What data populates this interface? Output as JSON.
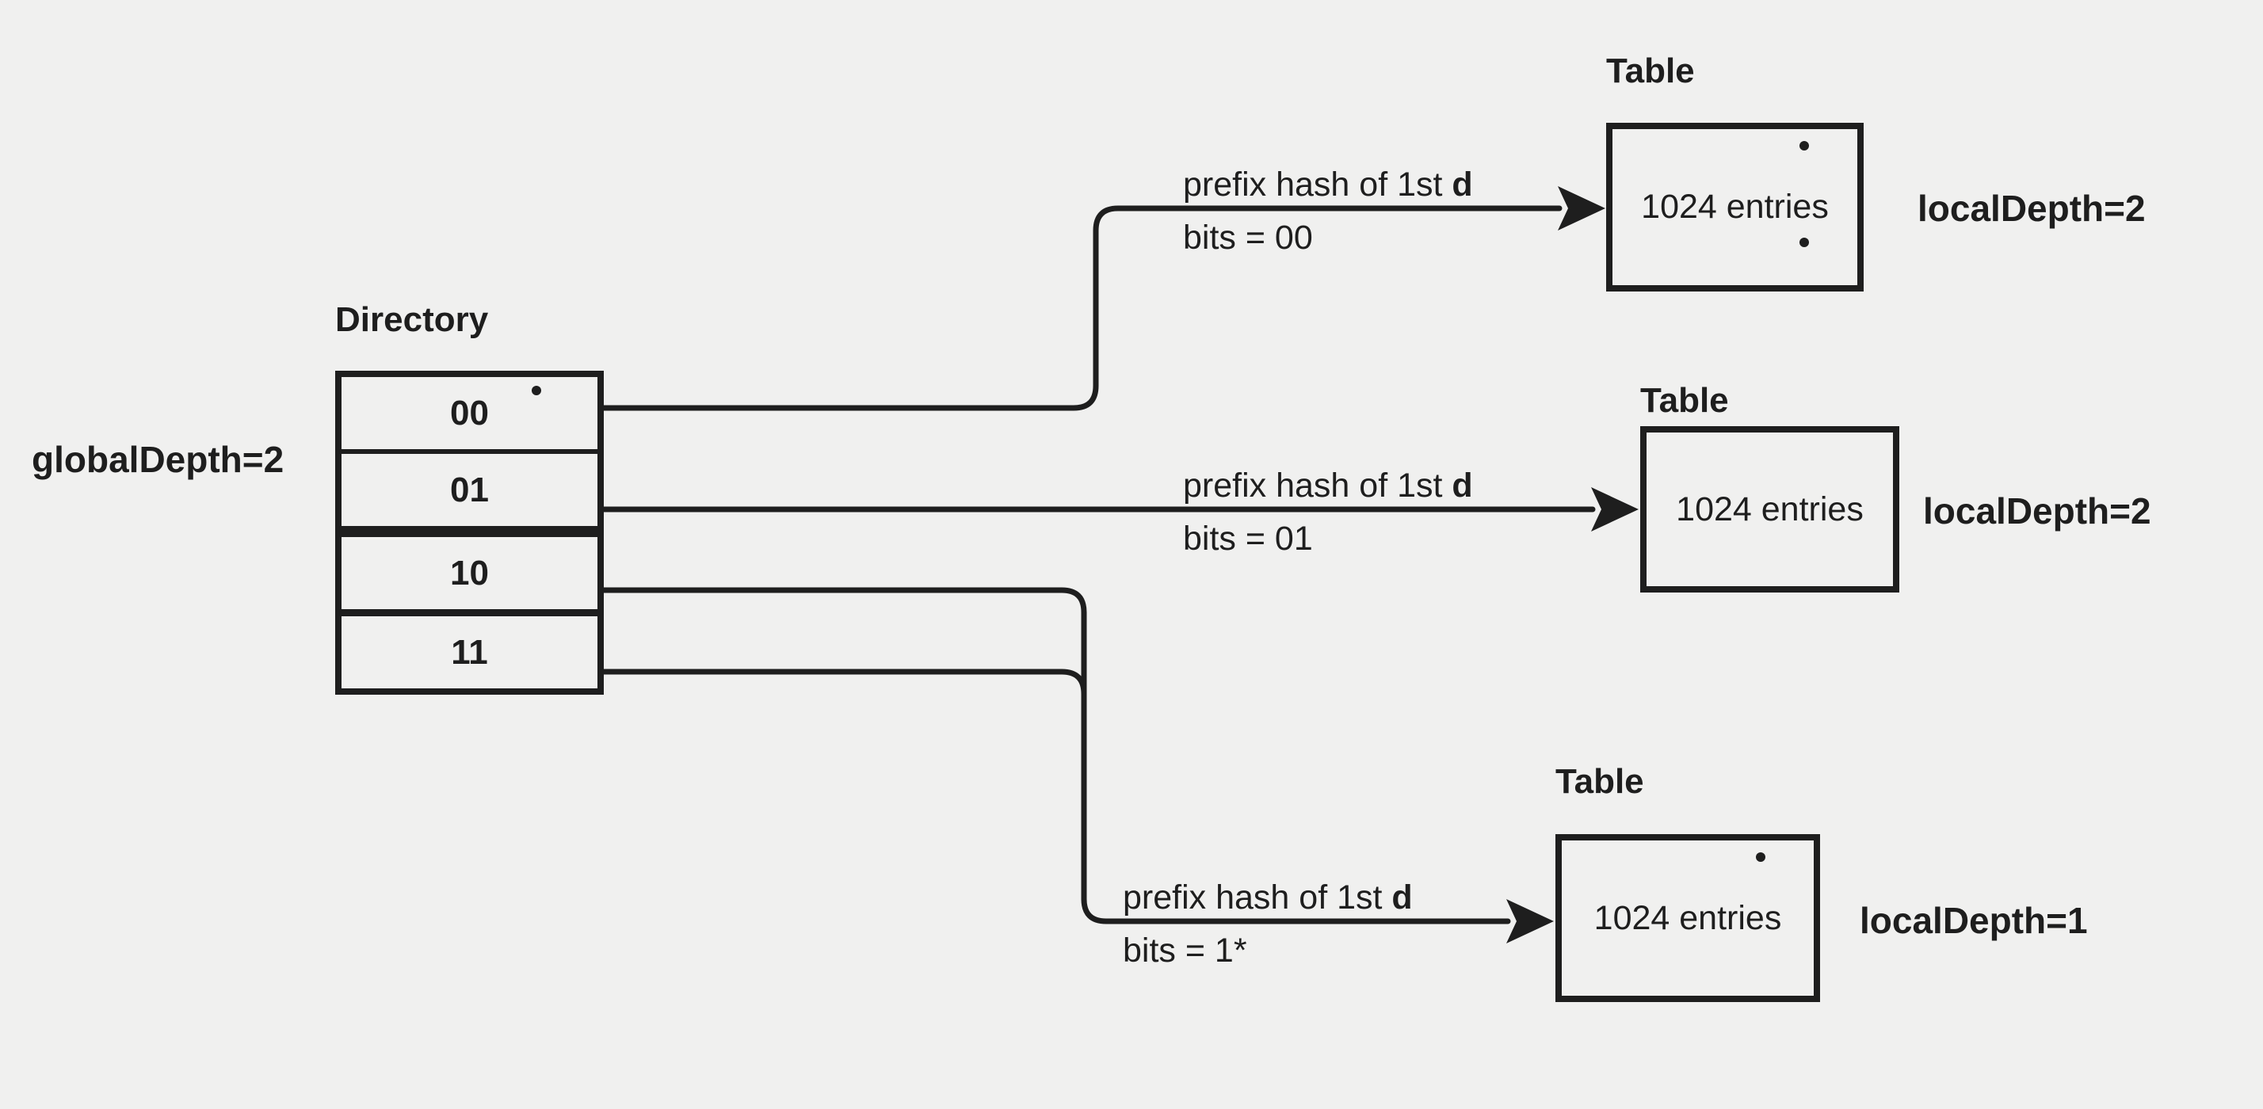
{
  "colors": {
    "background": "#f0f0ef",
    "ink": "#1e1e1e"
  },
  "global_depth": {
    "label": "globalDepth=2"
  },
  "directory": {
    "title": "Directory",
    "entries": [
      {
        "bits": "00"
      },
      {
        "bits": "01"
      },
      {
        "bits": "10"
      },
      {
        "bits": "11"
      }
    ]
  },
  "arrows": [
    {
      "caption": "prefix hash of 1st",
      "caption_bold": "d",
      "bits_label": "bits = 00"
    },
    {
      "caption": "prefix hash of 1st",
      "caption_bold": "d",
      "bits_label": "bits = 01"
    },
    {
      "caption": "prefix hash of 1st",
      "caption_bold": "d",
      "bits_label": "bits = 1*"
    }
  ],
  "tables": [
    {
      "title": "Table",
      "content": "1024 entries",
      "local_depth": "localDepth=2"
    },
    {
      "title": "Table",
      "content": "1024 entries",
      "local_depth": "localDepth=2"
    },
    {
      "title": "Table",
      "content": "1024 entries",
      "local_depth": "localDepth=1"
    }
  ]
}
